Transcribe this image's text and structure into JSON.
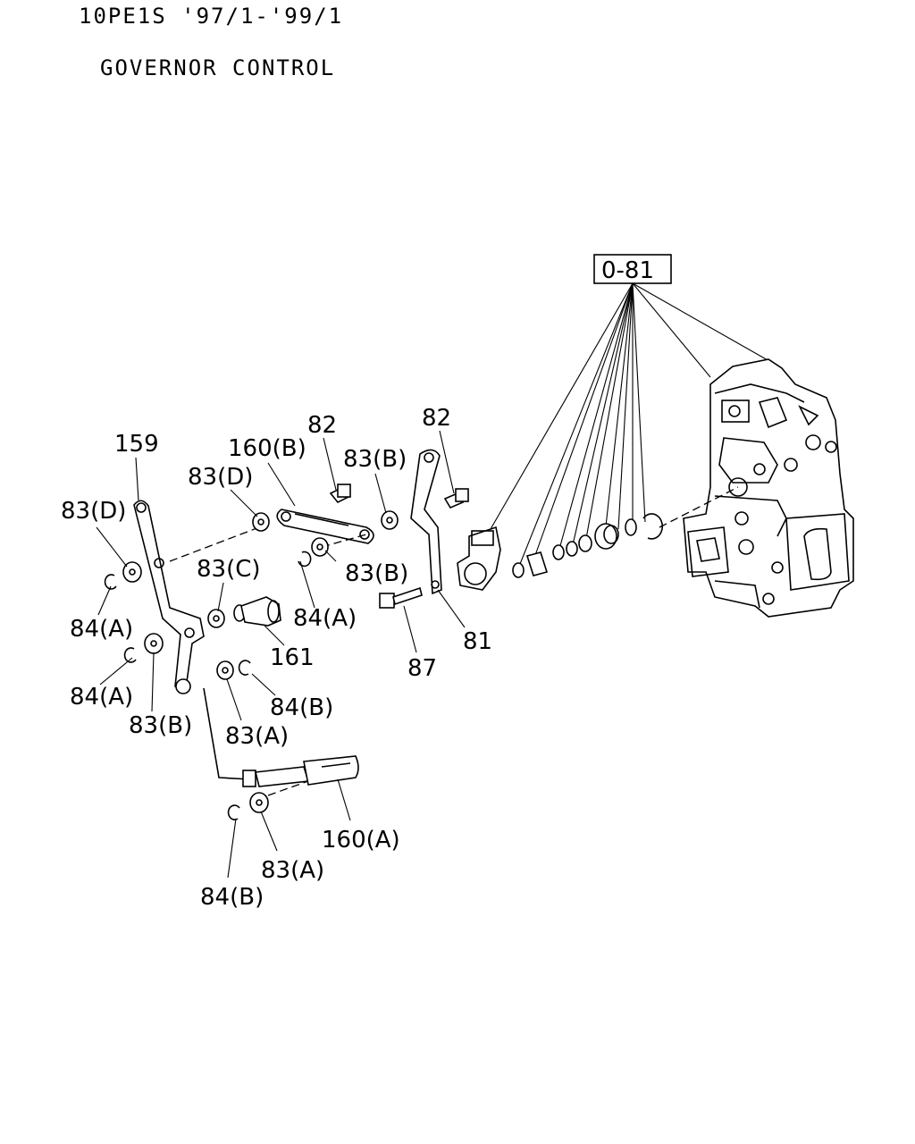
{
  "header": {
    "model": "10PE1S '97/1-'99/1",
    "title": "GOVERNOR CONTROL"
  },
  "diagram": {
    "assembly_label": "0-81",
    "callouts": [
      {
        "id": "c-0-81",
        "text": "0-81"
      },
      {
        "id": "c-159",
        "text": "159"
      },
      {
        "id": "c-160b",
        "text": "160(B)"
      },
      {
        "id": "c-82a",
        "text": "82"
      },
      {
        "id": "c-82b",
        "text": "82"
      },
      {
        "id": "c-83d-1",
        "text": "83(D)"
      },
      {
        "id": "c-83d-2",
        "text": "83(D)"
      },
      {
        "id": "c-83b-1",
        "text": "83(B)"
      },
      {
        "id": "c-83b-2",
        "text": "83(B)"
      },
      {
        "id": "c-83c",
        "text": "83(C)"
      },
      {
        "id": "c-84a-1",
        "text": "84(A)"
      },
      {
        "id": "c-84a-2",
        "text": "84(A)"
      },
      {
        "id": "c-84a-3",
        "text": "84(A)"
      },
      {
        "id": "c-161",
        "text": "161"
      },
      {
        "id": "c-81",
        "text": "81"
      },
      {
        "id": "c-87",
        "text": "87"
      },
      {
        "id": "c-83b-3",
        "text": "83(B)"
      },
      {
        "id": "c-83a-1",
        "text": "83(A)"
      },
      {
        "id": "c-84b-1",
        "text": "84(B)"
      },
      {
        "id": "c-160a",
        "text": "160(A)"
      },
      {
        "id": "c-83a-2",
        "text": "83(A)"
      },
      {
        "id": "c-84b-2",
        "text": "84(B)"
      }
    ]
  }
}
